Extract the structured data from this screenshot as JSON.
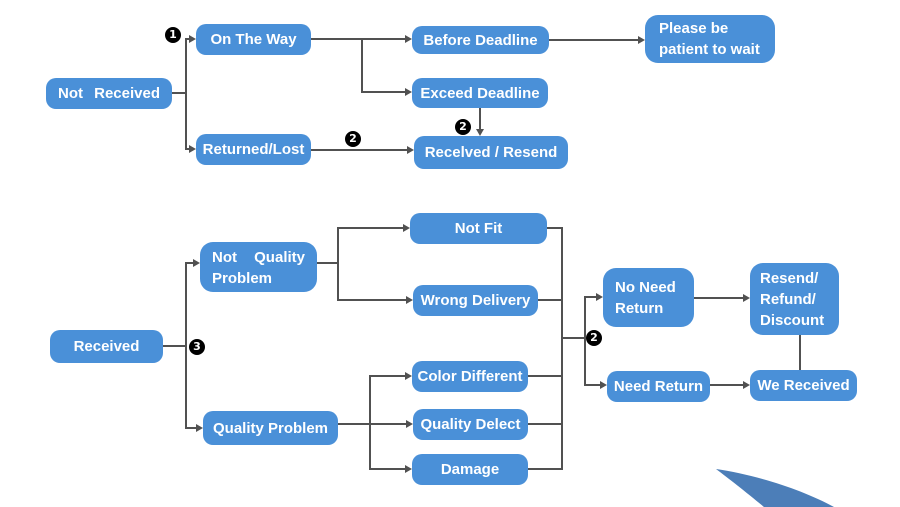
{
  "diagram": {
    "type": "flowchart",
    "background": "#ffffff",
    "colors": {
      "box_fill": "#4a90d8",
      "box_text": "#ffffff",
      "connector": "#515151",
      "marker_bg": "#000000",
      "marker_text": "#ffffff",
      "swoosh": "#4c7eb8"
    },
    "nodes": [
      {
        "id": "not-received",
        "label": "Not Received"
      },
      {
        "id": "on-the-way",
        "label": "On The Way"
      },
      {
        "id": "returned-lost",
        "label": "Returned/Lost"
      },
      {
        "id": "before-deadline",
        "label": "Before Deadline"
      },
      {
        "id": "exceed-deadline",
        "label": "Exceed Deadline"
      },
      {
        "id": "recelved-resend",
        "label": "Recelved / Resend"
      },
      {
        "id": "please-be-patient",
        "label": "Please be\npatient to wait"
      },
      {
        "id": "received",
        "label": "Received"
      },
      {
        "id": "not-quality-problem",
        "label": "Not Quality\nProblem"
      },
      {
        "id": "not-fit",
        "label": "Not Fit"
      },
      {
        "id": "wrong-delivery",
        "label": "Wrong Delivery"
      },
      {
        "id": "quality-problem",
        "label": "Quality Problem"
      },
      {
        "id": "color-different",
        "label": "Color Different"
      },
      {
        "id": "quality-delect",
        "label": "Quality Delect"
      },
      {
        "id": "damage",
        "label": "Damage"
      },
      {
        "id": "no-need-return",
        "label": "No Need\nReturn"
      },
      {
        "id": "need-return",
        "label": "Need Return"
      },
      {
        "id": "resend-refund-discount",
        "label": "Resend/\nRefund/\nDiscount"
      },
      {
        "id": "we-received",
        "label": "We Received"
      }
    ],
    "markers": [
      {
        "id": "step-1",
        "number": "1"
      },
      {
        "id": "step-2-returned-lost",
        "number": "2"
      },
      {
        "id": "step-2-exceed",
        "number": "2"
      },
      {
        "id": "step-3",
        "number": "3"
      },
      {
        "id": "step-2-return-branch",
        "number": "2"
      }
    ]
  }
}
